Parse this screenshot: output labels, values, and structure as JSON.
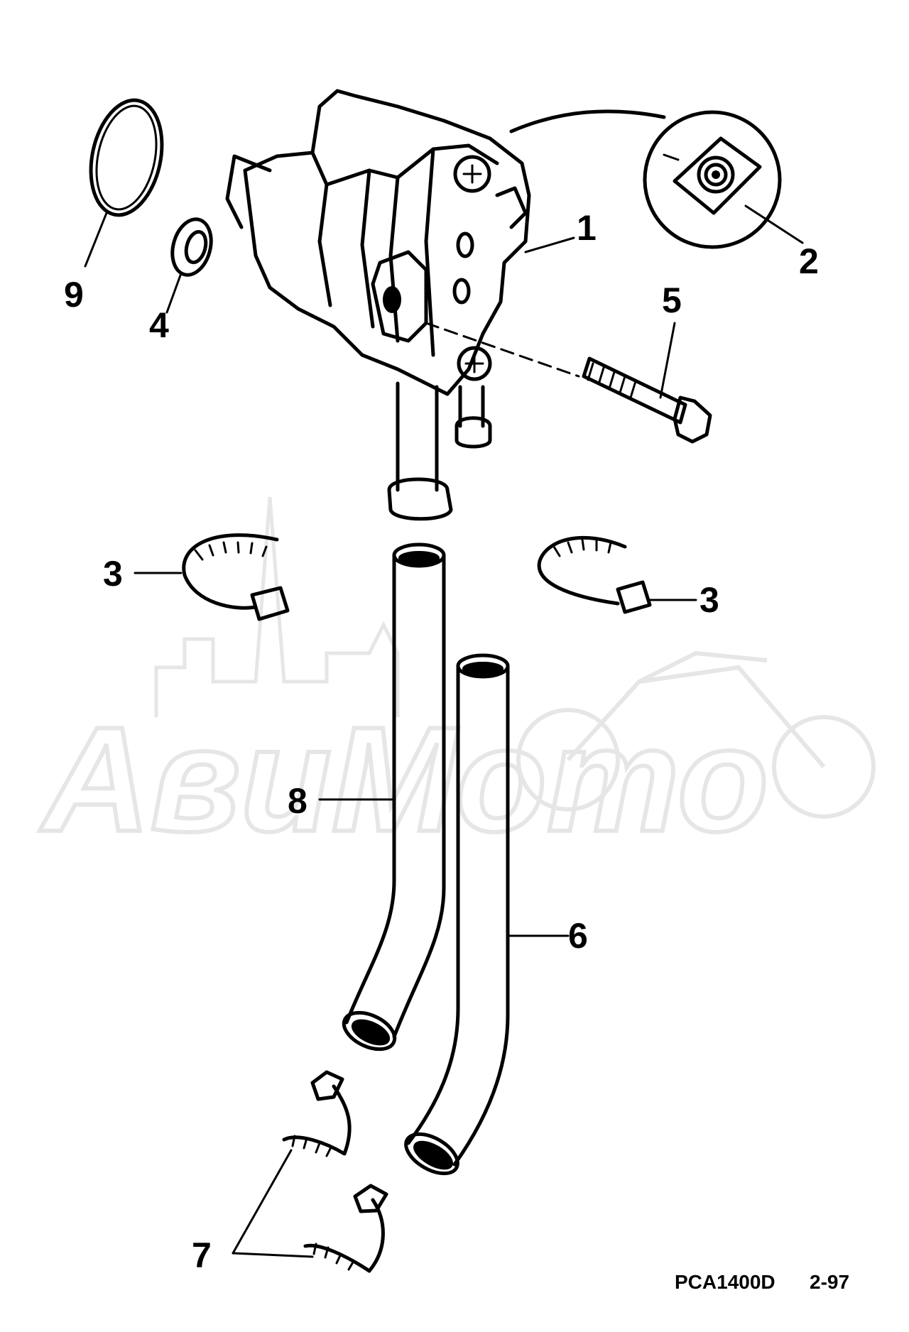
{
  "callouts": [
    {
      "id": "1",
      "text": "1"
    },
    {
      "id": "2",
      "text": "2"
    },
    {
      "id": "3a",
      "text": "3"
    },
    {
      "id": "3b",
      "text": "3"
    },
    {
      "id": "4",
      "text": "4"
    },
    {
      "id": "5",
      "text": "5"
    },
    {
      "id": "6",
      "text": "6"
    },
    {
      "id": "7",
      "text": "7"
    },
    {
      "id": "8",
      "text": "8"
    },
    {
      "id": "9",
      "text": "9"
    }
  ],
  "drawing_code": "PCA1400D",
  "drawing_date": "2-97",
  "watermark": "АвиМото",
  "colors": {
    "ink": "#000000",
    "watermark": "#e6e6e6",
    "background": "#ffffff"
  }
}
